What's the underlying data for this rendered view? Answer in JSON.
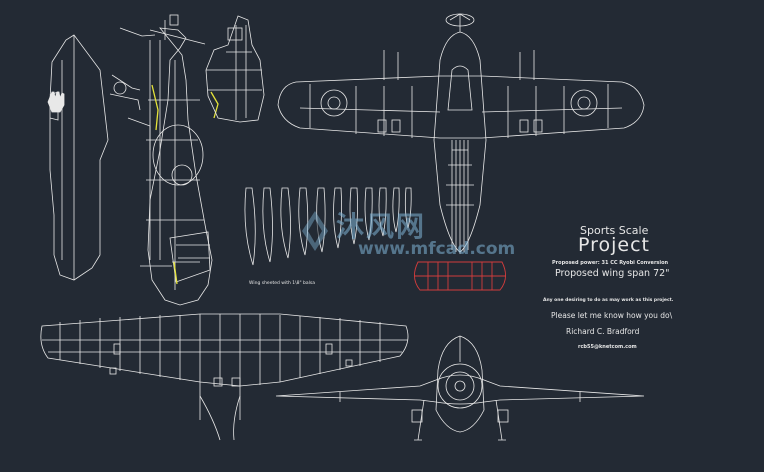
{
  "drawing": {
    "title_line1": "Sports Scale",
    "title_line2": "Project",
    "subtitle": "Proposed power: 31 CC Ryobi Conversion",
    "wing_span": "Proposed wing span 72\"",
    "note_line1": "Any one desiring to do as may work as this project.",
    "note_line2": "Please let me know how you do\\",
    "author": "Richard C. Bradford",
    "email": "rcb55@knetcom.com",
    "wing_note": "Wing sheeted with 1\\8\" balsa"
  },
  "watermark": {
    "text_cn": "沐风网",
    "text_en": "www.mfcad.com"
  },
  "colors": {
    "background": "#232a34",
    "lines": "#e8e8e8",
    "highlight_yellow": "#e5e33a",
    "highlight_red": "#d23c3c",
    "watermark": "#7fb3d5"
  }
}
